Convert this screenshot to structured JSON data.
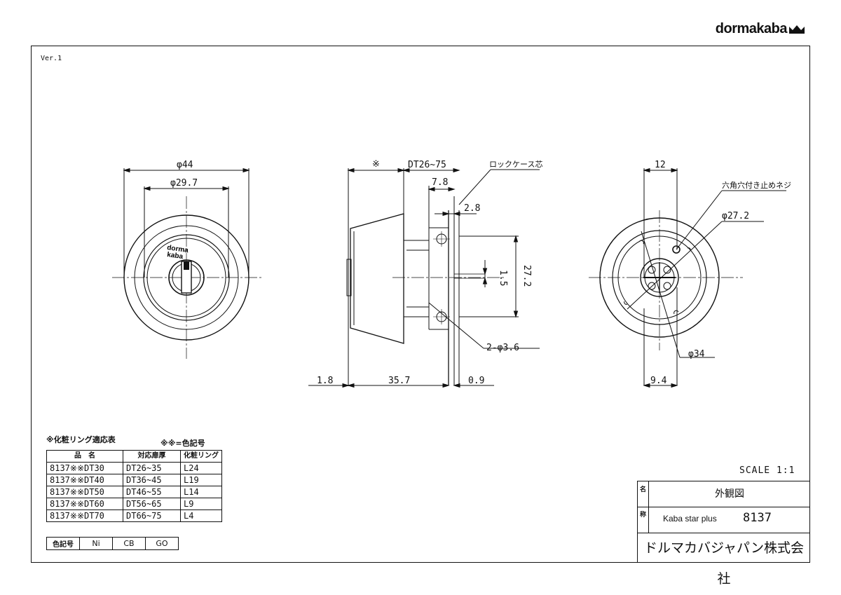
{
  "brand": {
    "name": "dormakaba"
  },
  "version": "Ver.1",
  "front_view": {
    "outer_dia": "φ44",
    "inner_dia": "φ29.7",
    "logo_line1": "dorma",
    "logo_line2": "kaba"
  },
  "side_view": {
    "mark": "※",
    "door_thickness": "DT26~75",
    "lock_case_core": "ロックケース芯",
    "dim_7_8": "7.8",
    "dim_2_8": "2.8",
    "dim_1_5": "1.5",
    "dim_27_2": "27.2",
    "holes": "2-φ3.6",
    "dim_1_8": "1.8",
    "dim_35_7": "35.7",
    "dim_0_9": "0.9"
  },
  "back_view": {
    "dim_12": "12",
    "set_screw": "六角穴付き止めネジ",
    "dia_27_2": "φ27.2",
    "dia_34": "φ34",
    "dim_9_4": "9.4"
  },
  "ring_table": {
    "title": "※化粧リング適応表",
    "color_note": "※※=色記号",
    "headers": [
      "品　名",
      "対応扉厚",
      "化粧リング"
    ],
    "rows": [
      [
        "8137※※DT30",
        "DT26~35",
        "L24"
      ],
      [
        "8137※※DT40",
        "DT36~45",
        "L19"
      ],
      [
        "8137※※DT50",
        "DT46~55",
        "L14"
      ],
      [
        "8137※※DT60",
        "DT56~65",
        "L9"
      ],
      [
        "8137※※DT70",
        "DT66~75",
        "L4"
      ]
    ]
  },
  "color_table": {
    "label": "色記号",
    "codes": [
      "Ni",
      "CB",
      "GO"
    ]
  },
  "scale": "SCALE  1:1",
  "title_block": {
    "name_label": "名",
    "title_label": "称",
    "name": "外観図",
    "model": "Kaba star plus",
    "number": "8137",
    "company": "ドルマカバジャパン株式会社"
  }
}
